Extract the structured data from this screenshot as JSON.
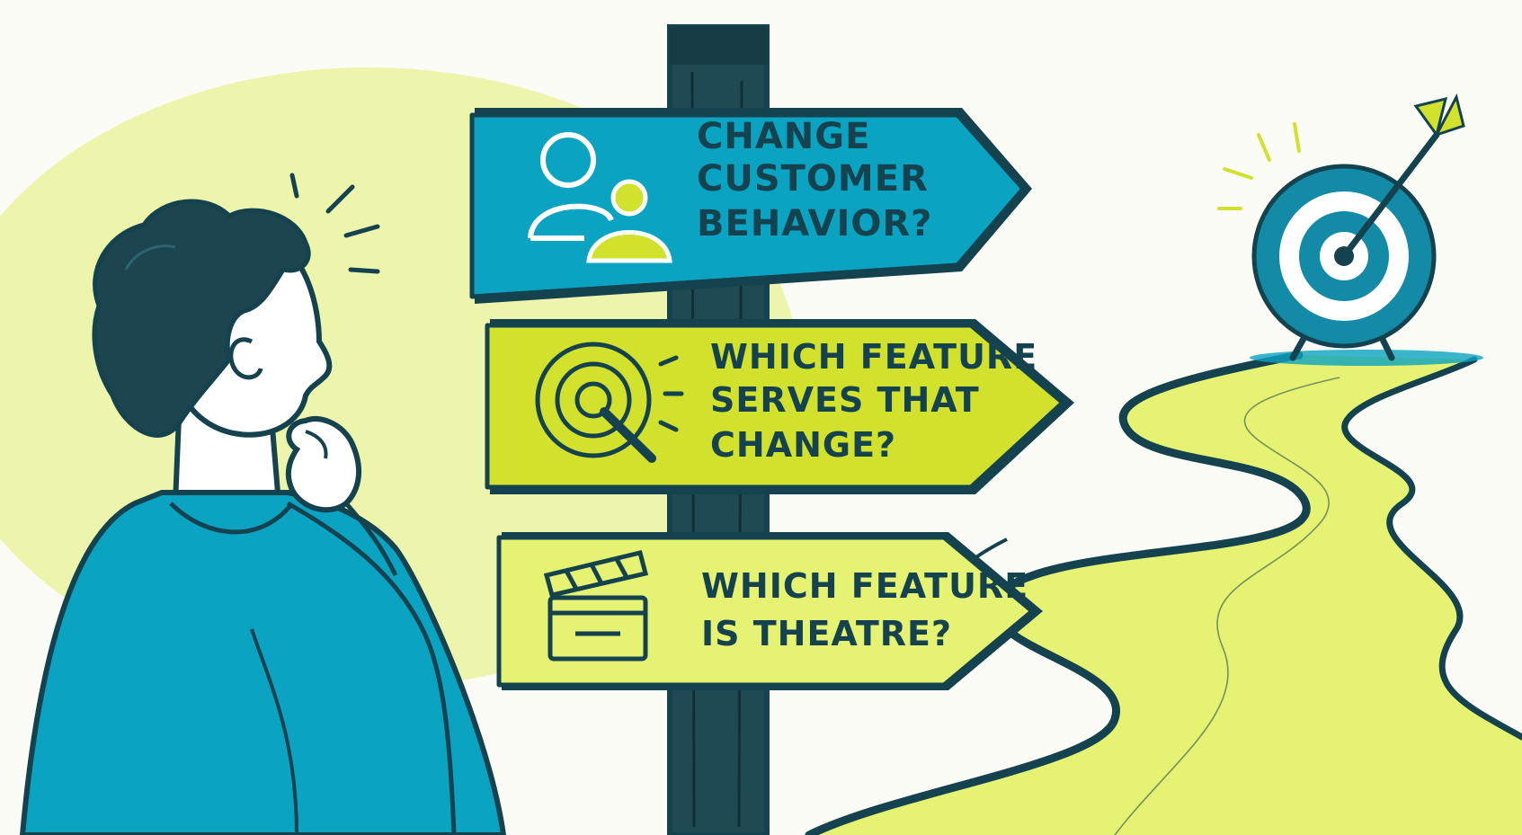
{
  "colors": {
    "background": "#fbfcf6",
    "teal": "#0aa3c2",
    "lime": "#d2e12c",
    "pale_lime": "#e6f271",
    "navy": "#14424e",
    "sun": "#eaf3a0"
  },
  "signs": [
    {
      "icon": "users-icon",
      "color": "#0aa3c2",
      "lines": [
        "CHANGE",
        "CUSTOMER",
        "BEHAVIOR?"
      ]
    },
    {
      "icon": "target-magnifier-icon",
      "color": "#d2e12c",
      "lines": [
        "WHICH FEATURE",
        "SERVES THAT",
        "CHANGE?"
      ]
    },
    {
      "icon": "clapperboard-icon",
      "color": "#e6f271",
      "lines": [
        "WHICH FEATURE",
        "IS THEATRE?"
      ]
    }
  ]
}
